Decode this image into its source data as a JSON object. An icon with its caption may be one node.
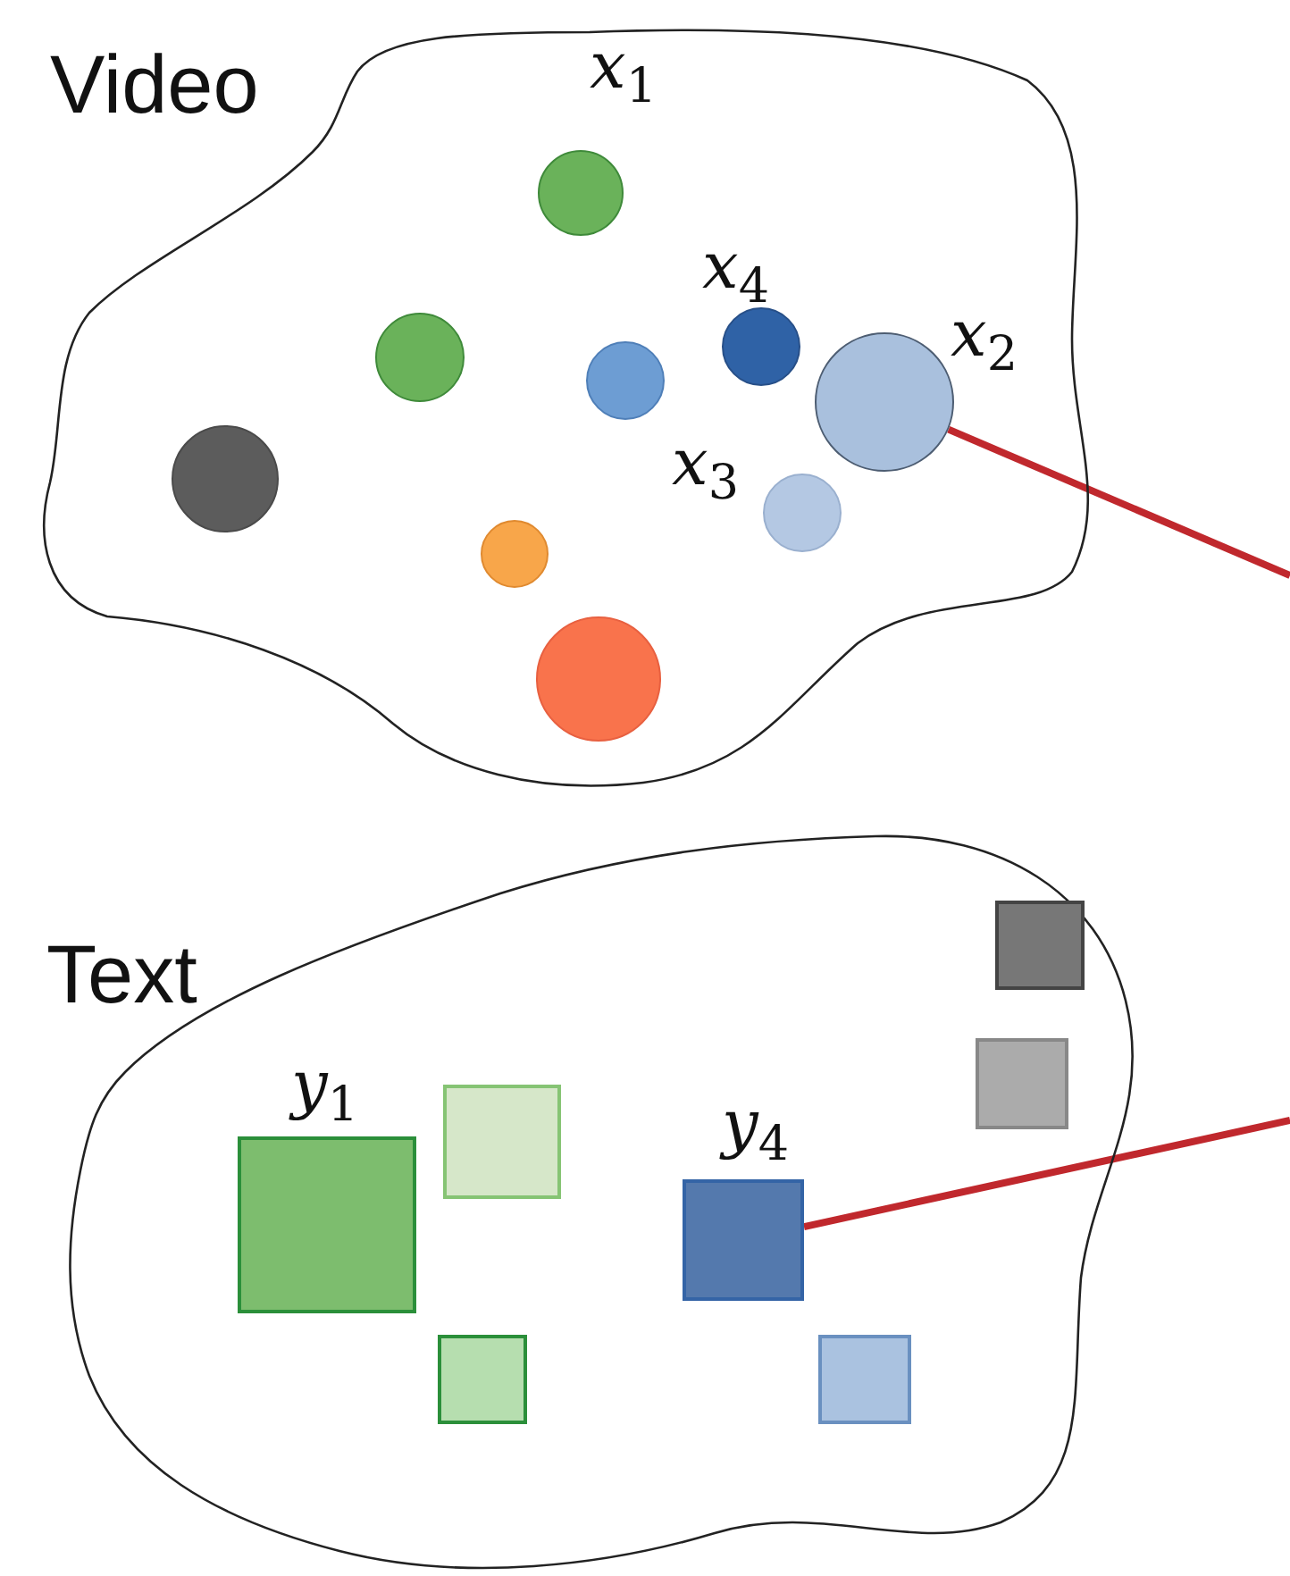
{
  "diagram": {
    "nodes": [
      {
        "text": [
          "Video"
        ]
      },
      {
        "text": [],
        "shape": "circle",
        "in": 0,
        "beside": [
          "*x*$_{1}$"
        ]
      },
      {
        "text": [],
        "shape": "circle",
        "in": 0
      },
      {
        "text": [],
        "shape": "circle",
        "in": 0,
        "beside": [
          "*x*$_{4}$"
        ]
      },
      {
        "text": [],
        "shape": "circle",
        "in": 0,
        "beside": [
          "*x*$_{2}$"
        ]
      },
      {
        "text": [],
        "shape": "circle",
        "in": 0
      },
      {
        "text": [],
        "shape": "circle",
        "in": 0
      },
      {
        "text": [],
        "shape": "circle",
        "in": 0,
        "beside": [
          "*x*$_{3}$"
        ]
      },
      {
        "text": [],
        "shape": "circle",
        "in": 0
      },
      {
        "text": [],
        "shape": "circle",
        "in": 0
      },
      {
        "text": [
          "Text"
        ]
      },
      {
        "text": [],
        "shape": "box",
        "in": 10
      },
      {
        "text": [],
        "shape": "box",
        "in": 10
      },
      {
        "text": [],
        "shape": "box",
        "in": 10,
        "beside": [
          "*y*$_{1}$"
        ]
      },
      {
        "text": [],
        "shape": "box",
        "in": 10
      },
      {
        "text": [],
        "shape": "box",
        "in": 10,
        "beside": [
          "*y*$_{4}$"
        ]
      },
      {
        "text": [],
        "shape": "box",
        "in": 10
      },
      {
        "text": [],
        "shape": "box",
        "in": 10
      }
    ],
    "edges": [
      {
        "from": 4,
        "to": null,
        "arrow": "none"
      },
      {
        "from": 15,
        "to": null,
        "arrow": "none"
      }
    ]
  }
}
